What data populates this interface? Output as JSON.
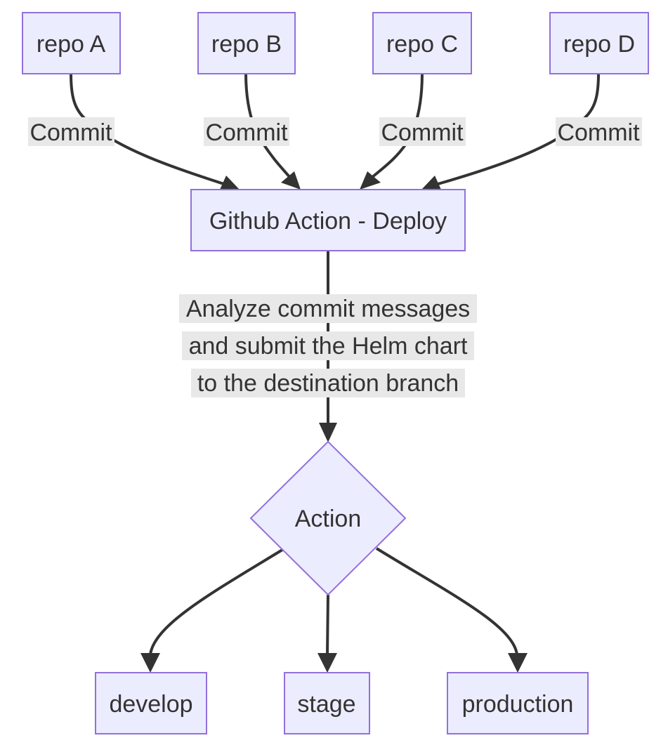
{
  "colors": {
    "node_fill": "#ECECFF",
    "node_stroke": "#9370DB",
    "edge": "#333333",
    "label_bg": "#E8E8E8",
    "text": "#333333"
  },
  "nodes": {
    "repo_a": "repo A",
    "repo_b": "repo B",
    "repo_c": "repo C",
    "repo_d": "repo D",
    "deploy": "Github Action - Deploy",
    "action": "Action",
    "develop": "develop",
    "stage": "stage",
    "production": "production"
  },
  "edges": {
    "commit_a": "Commit",
    "commit_b": "Commit",
    "commit_c": "Commit",
    "commit_d": "Commit",
    "analyze": [
      "Analyze commit messages",
      "and submit the Helm chart",
      "to the destination branch"
    ]
  }
}
